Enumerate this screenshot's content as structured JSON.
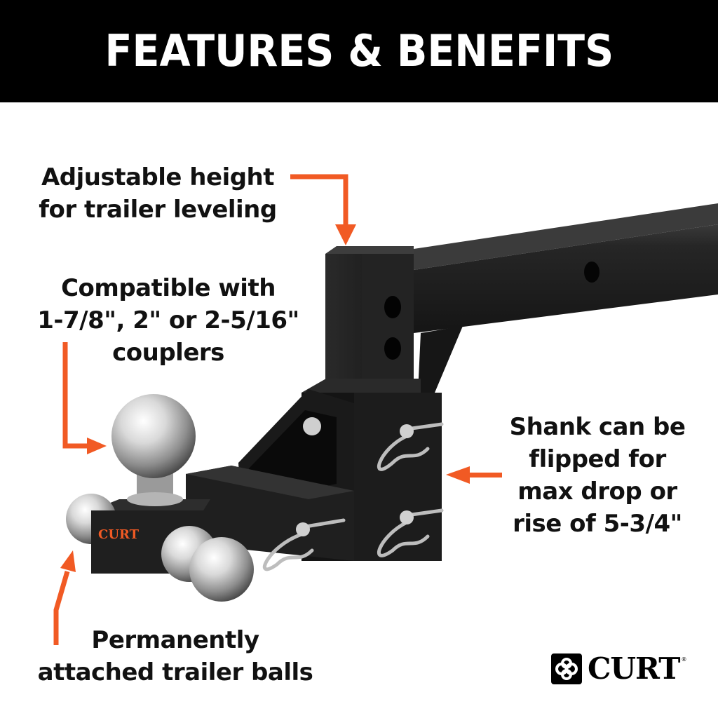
{
  "header": {
    "title": "FEATURES & BENEFITS",
    "background": "#000000",
    "text_color": "#ffffff"
  },
  "callouts": {
    "adjustable_height": {
      "lines": [
        "Adjustable height",
        "for trailer leveling"
      ]
    },
    "compatible": {
      "lines": [
        "Compatible with",
        "1-7/8\", 2\" or 2-5/16\"",
        "couplers"
      ]
    },
    "shank": {
      "lines": [
        "Shank can be",
        "flipped for",
        "max drop or",
        "rise of 5-3/4\""
      ]
    },
    "balls": {
      "lines": [
        "Permanently",
        "attached trailer balls"
      ]
    }
  },
  "product": {
    "ball_mount_label": "CURT",
    "icon": "tri-ball-adjustable-hitch-illustration"
  },
  "brand": {
    "name": "CURT",
    "registered_mark": "®",
    "icon": "curt-knot-logo-icon"
  },
  "colors": {
    "accent_arrow": "#f15a24",
    "text": "#111111",
    "steel": "#1e1e1e",
    "chrome": "#c8c8c8"
  }
}
